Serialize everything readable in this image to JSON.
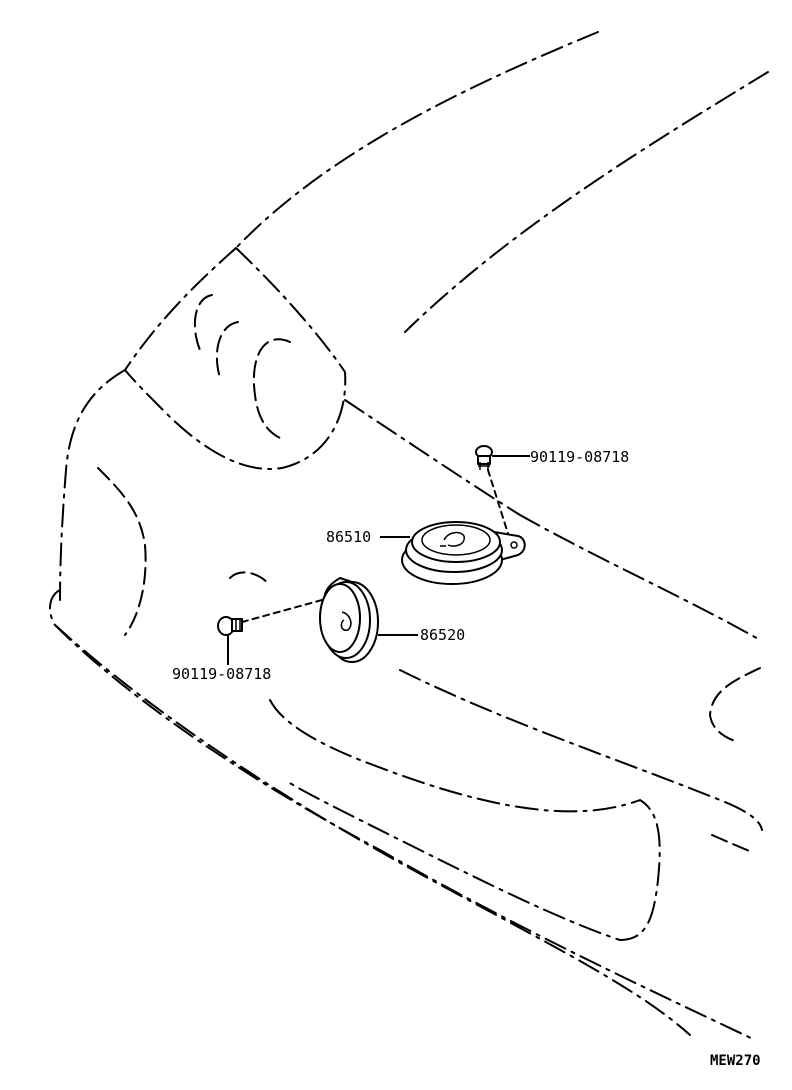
{
  "labels": {
    "bolt_upper": "90119-08718",
    "horn_high": "86510",
    "horn_low": "86520",
    "bolt_lower": "90119-08718",
    "figure_code": "MEW270"
  }
}
